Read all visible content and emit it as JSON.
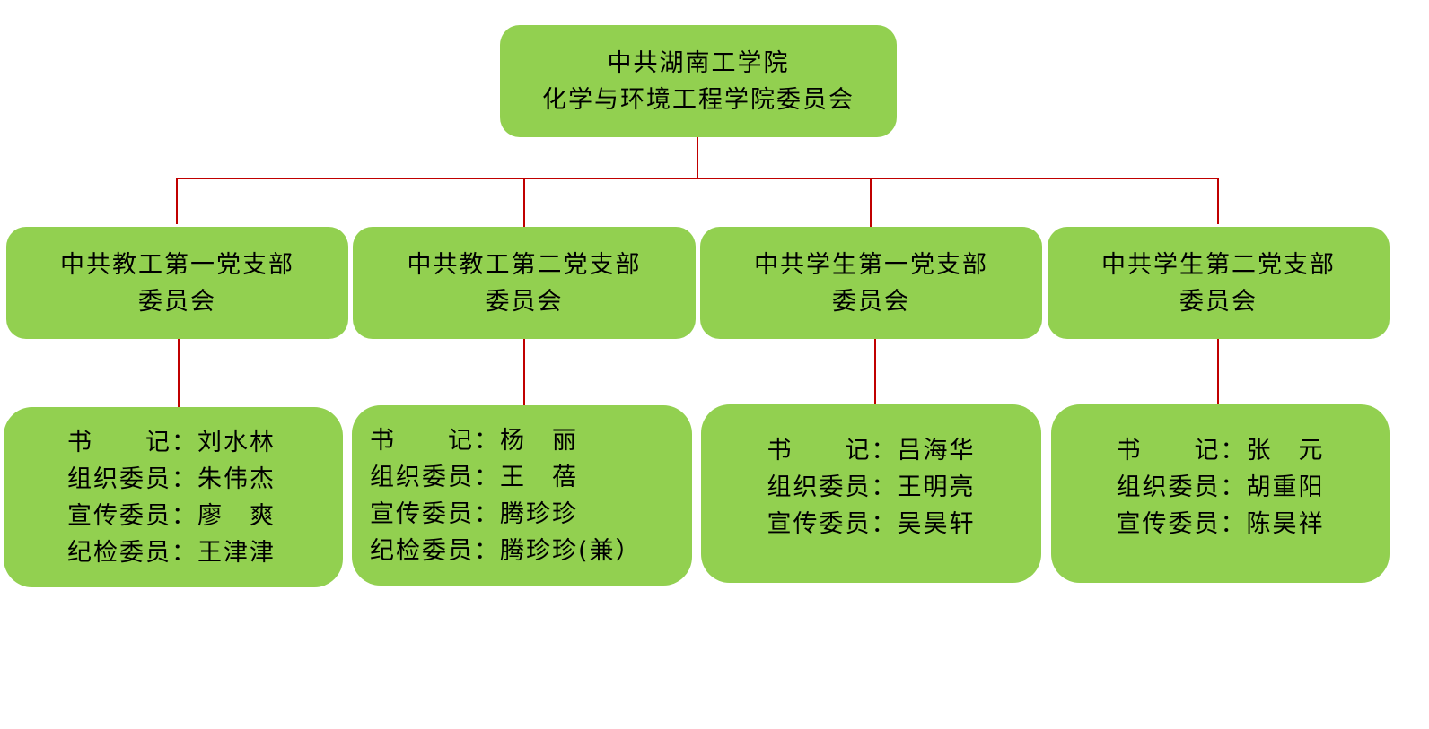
{
  "root": {
    "line1": "中共湖南工学院",
    "line2": "化学与环境工程学院委员会"
  },
  "branches": [
    {
      "line1": "中共教工第一党支部",
      "line2": "委员会",
      "members": [
        "书　　记：刘水林",
        "组织委员：朱伟杰",
        "宣传委员：廖　爽",
        "纪检委员：王津津"
      ]
    },
    {
      "line1": "中共教工第二党支部",
      "line2": "委员会",
      "members": [
        "书　　记：杨　丽",
        "组织委员：王　蓓",
        "宣传委员：腾珍珍",
        "纪检委员：腾珍珍(兼）"
      ]
    },
    {
      "line1": "中共学生第一党支部",
      "line2": "委员会",
      "members": [
        "书　　记：吕海华",
        "组织委员：王明亮",
        "宣传委员：吴昊轩"
      ]
    },
    {
      "line1": "中共学生第二党支部",
      "line2": "委员会",
      "members": [
        "书　　记：张　元",
        "组织委员：胡重阳",
        "宣传委员：陈昊祥"
      ]
    }
  ],
  "colors": {
    "box": "#92d050",
    "connector": "#c00000"
  }
}
